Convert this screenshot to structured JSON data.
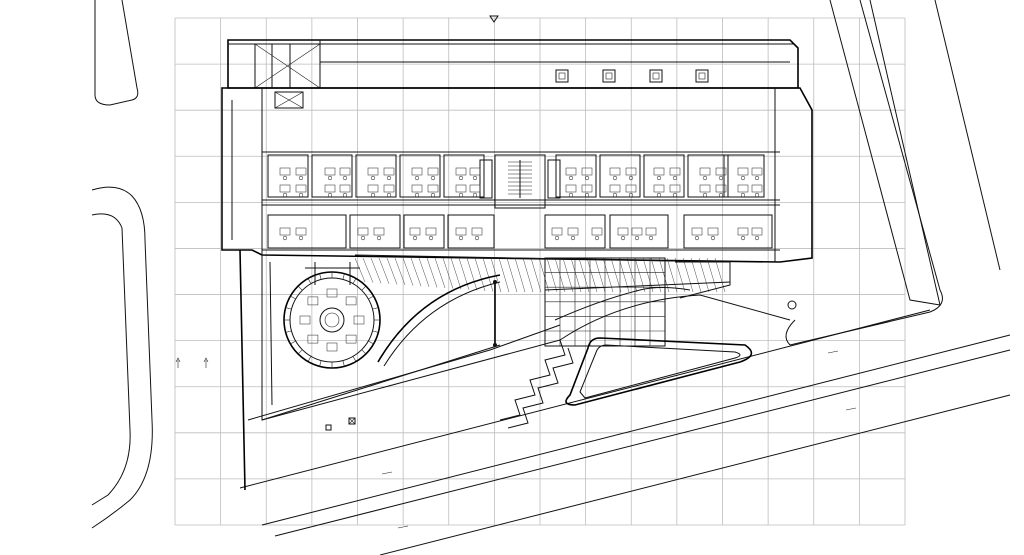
{
  "drawing": {
    "type": "architectural-site-plan",
    "line_color": "#111111",
    "grid_color": "#bdbdbd",
    "background": "#ffffff",
    "north_arrow": "triangle-marker",
    "grid": {
      "columns": 16,
      "rows": 11
    }
  }
}
